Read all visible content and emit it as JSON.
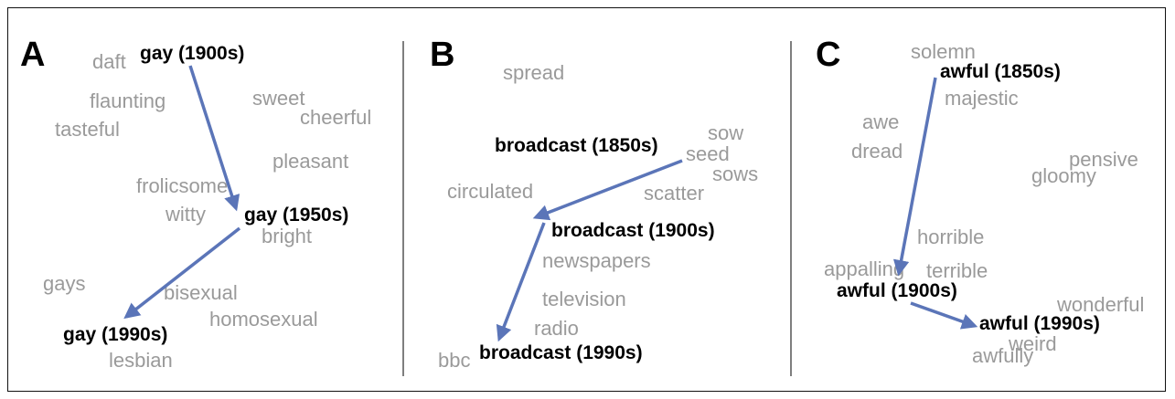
{
  "colors": {
    "neighbor": "#9a9a9a",
    "keyword": "#000000",
    "arrow": "#5b75b8"
  },
  "panels": [
    {
      "label": "A",
      "keywords": [
        "gay (1900s)",
        "gay (1950s)",
        "gay (1990s)"
      ],
      "neighbors": [
        "daft",
        "flaunting",
        "tasteful",
        "sweet",
        "cheerful",
        "pleasant",
        "frolicsome",
        "witty",
        "bright",
        "gays",
        "bisexual",
        "homosexual",
        "lesbian"
      ]
    },
    {
      "label": "B",
      "keywords": [
        "broadcast (1850s)",
        "broadcast (1900s)",
        "broadcast (1990s)"
      ],
      "neighbors": [
        "spread",
        "sow",
        "seed",
        "sows",
        "circulated",
        "scatter",
        "newspapers",
        "television",
        "radio",
        "bbc"
      ]
    },
    {
      "label": "C",
      "keywords": [
        "awful (1850s)",
        "awful (1900s)",
        "awful (1990s)"
      ],
      "neighbors": [
        "solemn",
        "majestic",
        "awe",
        "dread",
        "pensive",
        "gloomy",
        "horrible",
        "appalling",
        "terrible",
        "wonderful",
        "weird",
        "awfully"
      ]
    }
  ]
}
